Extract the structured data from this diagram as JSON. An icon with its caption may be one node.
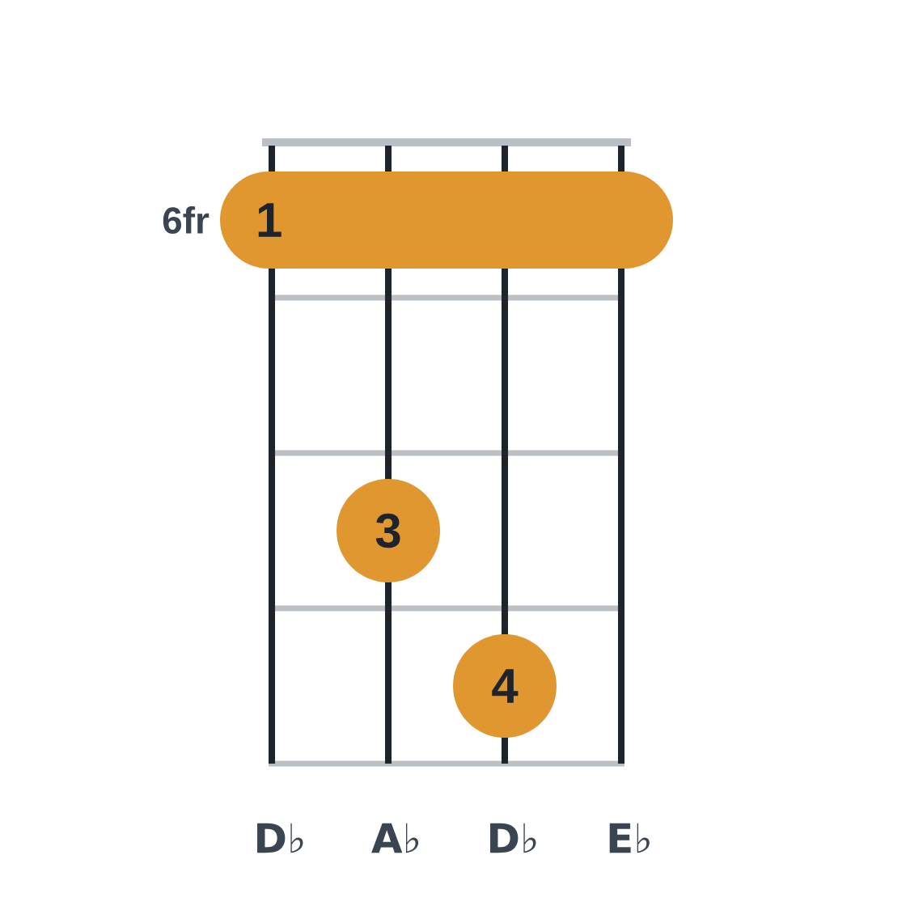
{
  "diagram": {
    "nodes": [
      {
        "text": [
          "1"
        ]
      },
      {
        "text": [
          "3"
        ]
      },
      {
        "text": [
          "4"
        ]
      }
    ],
    "labels": [
      "6fr",
      "D♭",
      "A♭",
      "D♭",
      "E♭"
    ]
  }
}
